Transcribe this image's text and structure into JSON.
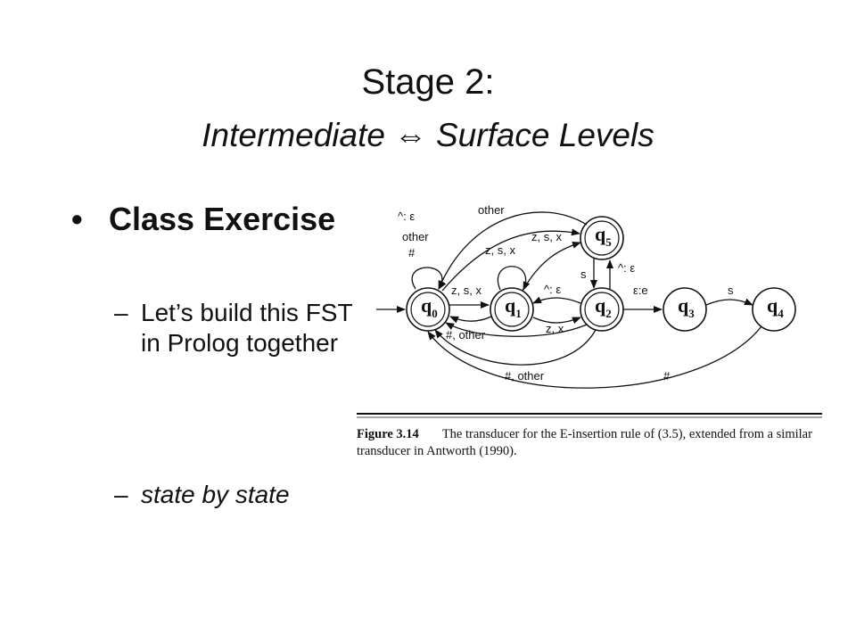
{
  "slide": {
    "title_line1": "Stage 2:",
    "title_line2_left": "Intermediate",
    "title_arrow": "⇔",
    "title_line2_right": "Surface Levels",
    "bullet_symbol": "•",
    "bullet_text": "Class Exercise",
    "dash": "–",
    "sub1_text": "Let’s build this FST in Prolog together",
    "sub2_text": "state by state"
  },
  "figure": {
    "states": {
      "q0": {
        "letter": "q",
        "index": "0"
      },
      "q1": {
        "letter": "q",
        "index": "1"
      },
      "q2": {
        "letter": "q",
        "index": "2"
      },
      "q3": {
        "letter": "q",
        "index": "3"
      },
      "q4": {
        "letter": "q",
        "index": "4"
      },
      "q5": {
        "letter": "q",
        "index": "5"
      }
    },
    "edge_labels": {
      "q0_self_1": "^: ε",
      "q0_self_2": "other",
      "q0_self_3": "#",
      "q5_to_q0": "other",
      "q0_to_q5": "z, s, x",
      "q1_self": "z, s, x",
      "q0_to_q1": "z, s, x",
      "q2_to_q1": "^: ε",
      "q1_to_q0": "#, other",
      "q2_to_q0_mid": "z, x",
      "q5_to_q2": "s",
      "q2_to_q5": "^: ε",
      "q2_to_q3": "ε:e",
      "q3_to_q4": "s",
      "q2_bottom_to_q0": "#, other",
      "q4_to_q0": "#"
    },
    "caption_label": "Figure 3.14",
    "caption_text": "The transducer for the E-insertion rule of (3.5), extended from a similar transducer in Antworth (1990)."
  }
}
